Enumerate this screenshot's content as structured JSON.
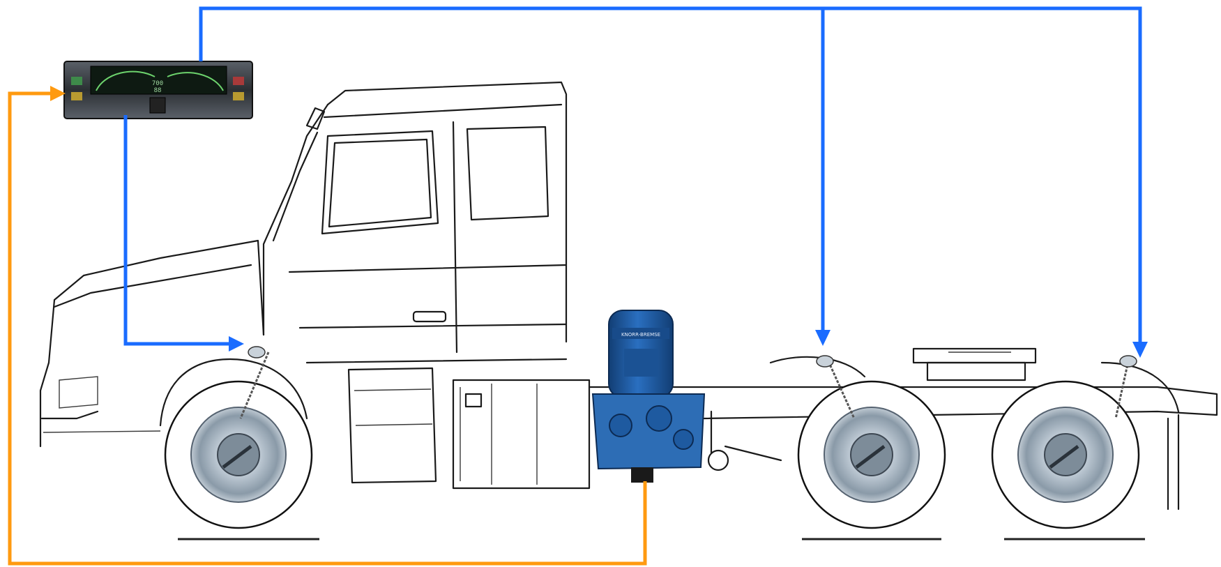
{
  "diagram": {
    "description_nodes": [
      {
        "id": "instrument-panel",
        "kind": "dashboard-gauge-cluster"
      },
      {
        "id": "air-dryer",
        "kind": "air-dryer-cartridge"
      },
      {
        "id": "brake-front",
        "kind": "wheel-brake-sensor"
      },
      {
        "id": "brake-rear-1",
        "kind": "wheel-brake-sensor"
      },
      {
        "id": "brake-rear-2",
        "kind": "wheel-brake-sensor"
      }
    ],
    "connections": [
      {
        "from": "instrument-panel",
        "to": "brake-front",
        "color": "#1a6cff"
      },
      {
        "from": "instrument-panel",
        "to": "brake-rear-1",
        "color": "#1a6cff"
      },
      {
        "from": "instrument-panel",
        "to": "brake-rear-2",
        "color": "#1a6cff"
      },
      {
        "from": "air-dryer",
        "to": "instrument-panel",
        "color": "#ff9a10"
      }
    ]
  },
  "colors": {
    "signal_blue": "#1a6cff",
    "feed_orange": "#ff9a10",
    "dryer_blue": "#1f5fa8",
    "panel_dark": "#2b2f33",
    "hub_silver": "#b8c4cf"
  },
  "instrument_panel": {
    "readout_left": "88",
    "readout_center": "700"
  },
  "air_dryer": {
    "brand_label": "KNORR-BREMSE"
  }
}
